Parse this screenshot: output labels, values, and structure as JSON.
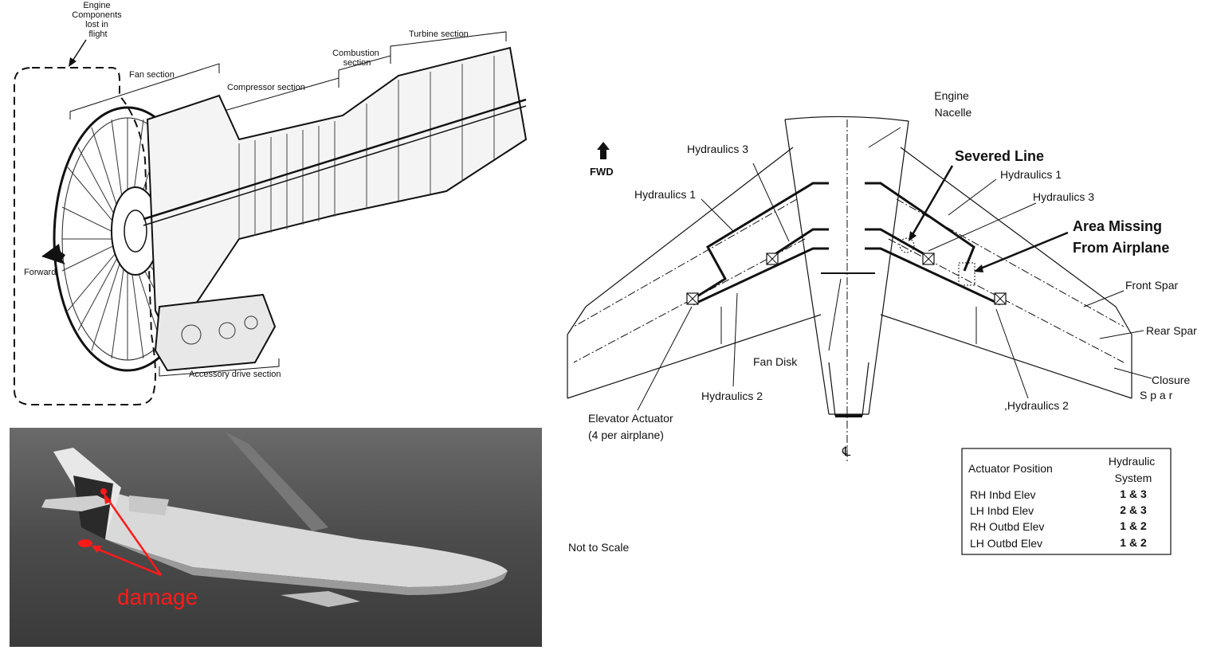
{
  "engine": {
    "lost_label": [
      "Engine",
      "Components",
      "lost  in",
      "flight"
    ],
    "fan_section": "Fan section",
    "compressor_section": "Compressor section",
    "combustion_section": [
      "Combustion",
      "section"
    ],
    "turbine_section": "Turbine section",
    "forward": "Forward",
    "accessory_drive": "Accessory drive section"
  },
  "photo": {
    "damage_label": "damage",
    "annotation_color": "#ff1a1a"
  },
  "tail": {
    "engine_nacelle": [
      "Engine",
      "Nacelle"
    ],
    "fwd": "FWD",
    "hydraulics3_left": "Hydraulics 3",
    "hydraulics1_left": "Hydraulics 1",
    "severed_line": "Severed Line",
    "hydraulics1_right": "Hydraulics 1",
    "hydraulics3_right": "Hydraulics 3",
    "area_missing": [
      "Area Missing",
      "From Airplane"
    ],
    "front_spar": "Front Spar",
    "rear_spar": "Rear Spar",
    "closure": "Closure",
    "spar": "S p a r",
    "fan_disk": "Fan Disk",
    "hydraulics2_left": "Hydraulics 2",
    "hydraulics2_right": ",Hydraulics 2",
    "elevator_actuator": [
      "Elevator  Actuator",
      "(4 per airplane)"
    ],
    "centerline": "℄",
    "not_to_scale": "Not to Scale"
  },
  "table": {
    "header_position": "Actuator  Position",
    "header_system": [
      "Hydraulic",
      "System"
    ],
    "rows": [
      {
        "position": "RH Inbd Elev",
        "system": "1  &  3"
      },
      {
        "position": "LH Inbd Elev",
        "system": "2  &  3"
      },
      {
        "position": "RH Outbd Elev",
        "system": "1  &  2"
      },
      {
        "position": "LH Outbd Elev",
        "system": "1  &  2"
      }
    ]
  }
}
